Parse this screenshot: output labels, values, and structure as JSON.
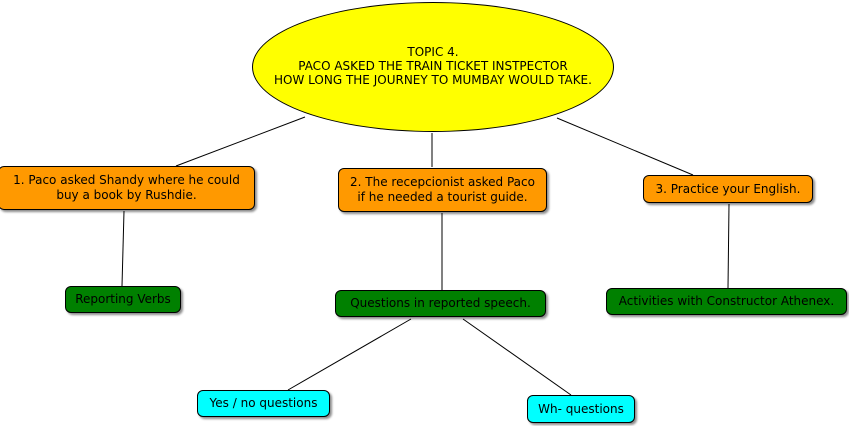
{
  "topic": {
    "text": "TOPIC 4.\nPACO ASKED THE TRAIN TICKET INSTPECTOR\nHOW LONG THE JOURNEY TO MUMBAY WOULD TAKE."
  },
  "nodes": {
    "example1": "1. Paco asked Shandy where he could\nbuy a book by Rushdie.",
    "example2": "2. The recepcionist asked Paco\nif he needed a tourist guide.",
    "practice": "3. Practice your English.",
    "reporting_verbs": "Reporting Verbs",
    "questions_reported": "Questions in reported speech.",
    "activities": "Activities with Constructor Athenex.",
    "yes_no": "Yes / no questions",
    "wh": "Wh- questions"
  },
  "colors": {
    "topic": "#ffff00",
    "level1": "#ff9900",
    "level2": "#008000",
    "level3": "#00ffff",
    "connector": "#000000"
  }
}
